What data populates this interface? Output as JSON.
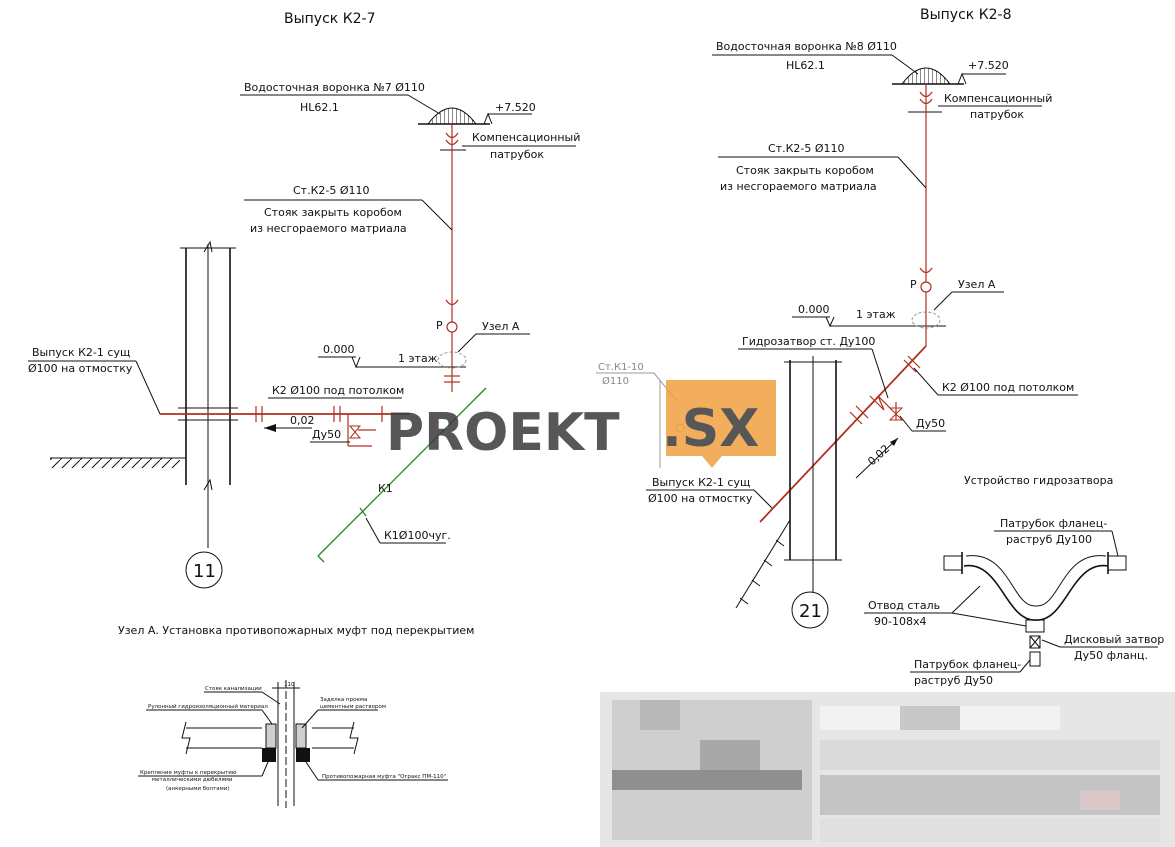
{
  "colors": {
    "pipe_red": "#b0301e",
    "pipe_green": "#1f8a1f",
    "ink": "#111111",
    "watermark_orange": "#f0a040",
    "watermark_dark": "#3a3a3a"
  },
  "left": {
    "title": "Выпуск К2-7",
    "funnel_label": "Водосточная воронка №7 Ø110",
    "funnel_model": "HL62.1",
    "elevation_top": "+7.520",
    "comp_pipe_line1": "Компенсационный",
    "comp_pipe_line2": "патрубок",
    "riser_id": "Ст.К2-5 Ø110",
    "riser_note_line1": "Стояк закрыть коробом",
    "riser_note_line2": "из несгораемого матриала",
    "p_marker": "Р",
    "node_label": "Узел  А",
    "elevation_zero": "0.000",
    "floor_label": "1 этаж",
    "outlet_line1": "Выпуск К2-1 сущ",
    "outlet_line2": "Ø100 на отмостку",
    "ceiling_pipe": "К2 Ø100 под потолком",
    "slope": "0,02",
    "dn50": "Ду50",
    "k1_label": "К1",
    "k1_pipe": "К1Ø100чуг.",
    "axis_number": "11"
  },
  "right": {
    "title": "Выпуск К2-8",
    "funnel_label": "Водосточная воронка №8 Ø110",
    "funnel_model": "HL62.1",
    "elevation_top": "+7.520",
    "comp_pipe_line1": "Компенсационный",
    "comp_pipe_line2": "патрубок",
    "riser_id": "Ст.К2-5 Ø110",
    "riser_note_line1": "Стояк закрыть коробом",
    "riser_note_line2": "из несгораемого матриала",
    "p_marker": "Р",
    "node_label": "Узел А",
    "elevation_zero": "0.000",
    "floor_label": "1 этаж",
    "trap_label": "Гидрозатвор ст. Ду100",
    "k1_riser_line1": "Ст.К1-10",
    "k1_riser_line2": "Ø110",
    "ceiling_pipe": "К2 Ø100 под потолком",
    "dn50": "Ду50",
    "slope": "0,02",
    "outlet_line1": "Выпуск К2-1 сущ",
    "outlet_line2": "Ø100 на отмостку",
    "axis_number": "21"
  },
  "node_a": {
    "title": "Узел А. Установка противопожарных муфт под перекрытием",
    "diameter": "110",
    "riser": "Стояк канализации",
    "rolled_insulation": "Рулонный гидроизоляционный материал",
    "sealing_line1": "Заделка проема",
    "sealing_line2": "цементным раствором",
    "fastening_line1": "Крепление муфты к перекрытию",
    "fastening_line2": "металлическими дюбелями",
    "fastening_line3": "(анкерными болтами)",
    "fire_sleeve": "Противопожарная муфта \"Огракс ПМ-110\""
  },
  "trap_device": {
    "title": "Устройство гидрозатвора",
    "flange_top_line1": "Патрубок фланец-",
    "flange_top_line2": "раструб Ду100",
    "bend_line1": "Отвод сталь",
    "bend_line2": "90-108х4",
    "valve_line1": "Дисковый затвор",
    "valve_line2": "Ду50 фланц.",
    "flange_bottom_line1": "Патрубок фланец-",
    "flange_bottom_line2": "раструб Ду50"
  },
  "watermark": {
    "left": "PROEKT",
    "right": ".SX"
  }
}
